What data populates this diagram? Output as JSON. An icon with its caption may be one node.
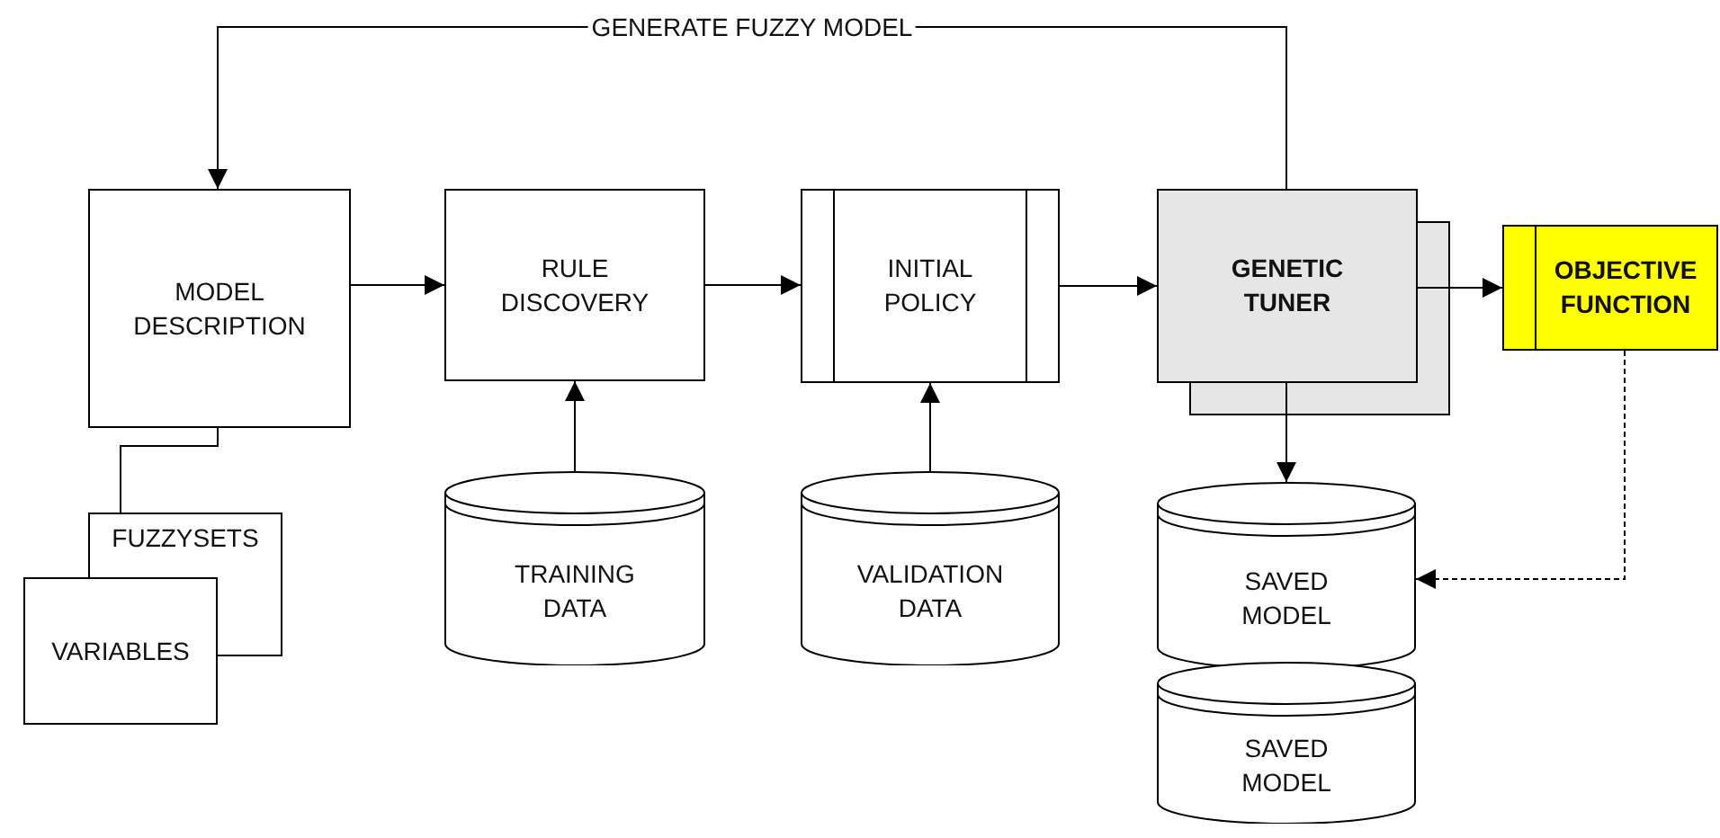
{
  "diagram": {
    "nodes": [
      {
        "text": [
          "MODEL DESCRIPTION"
        ]
      },
      {
        "text": [
          "RULE DISCOVERY"
        ]
      },
      {
        "text": [
          "INITIAL POLICY"
        ]
      },
      {
        "text": [
          "GENETIC TUNER"
        ]
      },
      {
        "text": [
          "OBJECTIVE FUNCTION"
        ]
      },
      {
        "text": [
          "FUZZYSETS"
        ]
      },
      {
        "text": [
          "VARIABLES"
        ]
      },
      {
        "text": [
          "TRAINING DATA"
        ]
      },
      {
        "text": [
          "VALIDATION DATA"
        ]
      },
      {
        "text": [
          "SAVED MODEL"
        ]
      },
      {
        "text": [
          "SAVED MODEL"
        ]
      }
    ],
    "edges": [
      {
        "from": 0,
        "to": 1,
        "arrow": "to"
      },
      {
        "from": 1,
        "to": 2,
        "arrow": "to"
      },
      {
        "from": 2,
        "to": 3,
        "arrow": "to"
      },
      {
        "from": 3,
        "to": 4,
        "arrow": "to"
      },
      {
        "from": 7,
        "to": 1,
        "arrow": "to"
      },
      {
        "from": 8,
        "to": 2,
        "arrow": "to"
      },
      {
        "from": 3,
        "to": 9,
        "arrow": "to"
      },
      {
        "from": 4,
        "to": 9,
        "arrow": "to",
        "style": "dashed"
      },
      {
        "from": 3,
        "to": 0,
        "arrow": "to",
        "label": "GENERATE FUZZY MODEL"
      },
      {
        "from": 5,
        "to": 0,
        "arrow": "none"
      }
    ]
  }
}
